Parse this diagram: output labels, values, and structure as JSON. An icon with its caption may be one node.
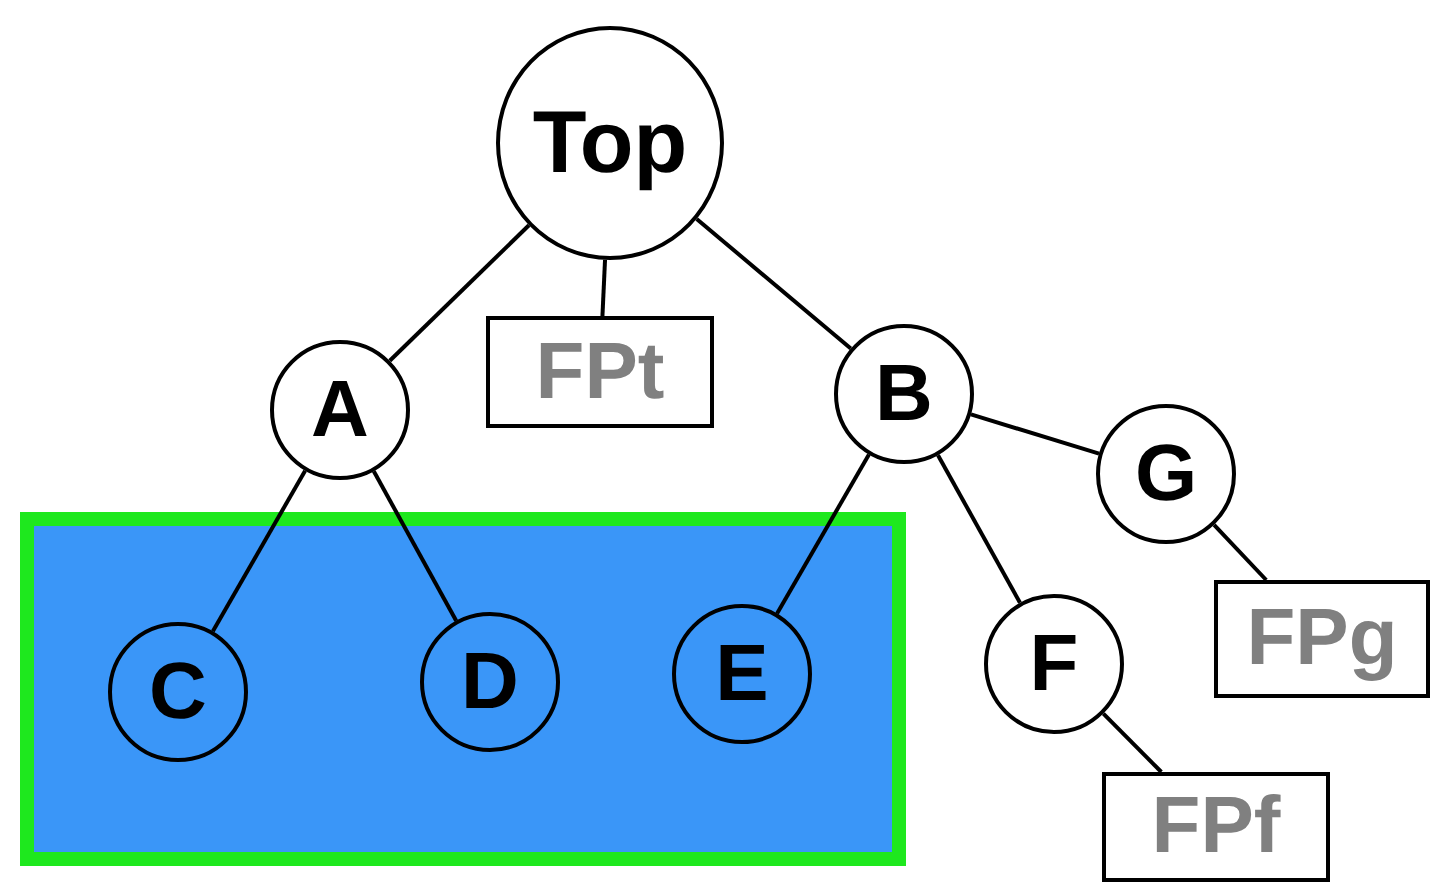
{
  "diagram": {
    "nodes": [
      {
        "text": [
          "Top"
        ]
      },
      {
        "text": [
          "A"
        ]
      },
      {
        "text": [
          "FPt"
        ]
      },
      {
        "text": [
          "B"
        ]
      },
      {
        "text": [
          "G"
        ]
      },
      {
        "text": [],
        "shape": "box"
      },
      {
        "text": [
          "C"
        ],
        "in": 5
      },
      {
        "text": [
          "D"
        ],
        "in": 5
      },
      {
        "text": [
          "E"
        ],
        "in": 5
      },
      {
        "text": [
          "F"
        ]
      },
      {
        "text": [
          "FPg"
        ]
      },
      {
        "text": [
          "FPf"
        ]
      }
    ],
    "edges": [
      {
        "from": 0,
        "to": 1,
        "arrow": "none"
      },
      {
        "from": 0,
        "to": 2,
        "arrow": "none"
      },
      {
        "from": 0,
        "to": 3,
        "arrow": "none"
      },
      {
        "from": 1,
        "to": 6,
        "arrow": "none"
      },
      {
        "from": 1,
        "to": 7,
        "arrow": "none"
      },
      {
        "from": 3,
        "to": 8,
        "arrow": "none"
      },
      {
        "from": 3,
        "to": 9,
        "arrow": "none"
      },
      {
        "from": 3,
        "to": 4,
        "arrow": "none"
      },
      {
        "from": 4,
        "to": 10,
        "arrow": "none"
      },
      {
        "from": 9,
        "to": 11,
        "arrow": "none"
      }
    ]
  }
}
